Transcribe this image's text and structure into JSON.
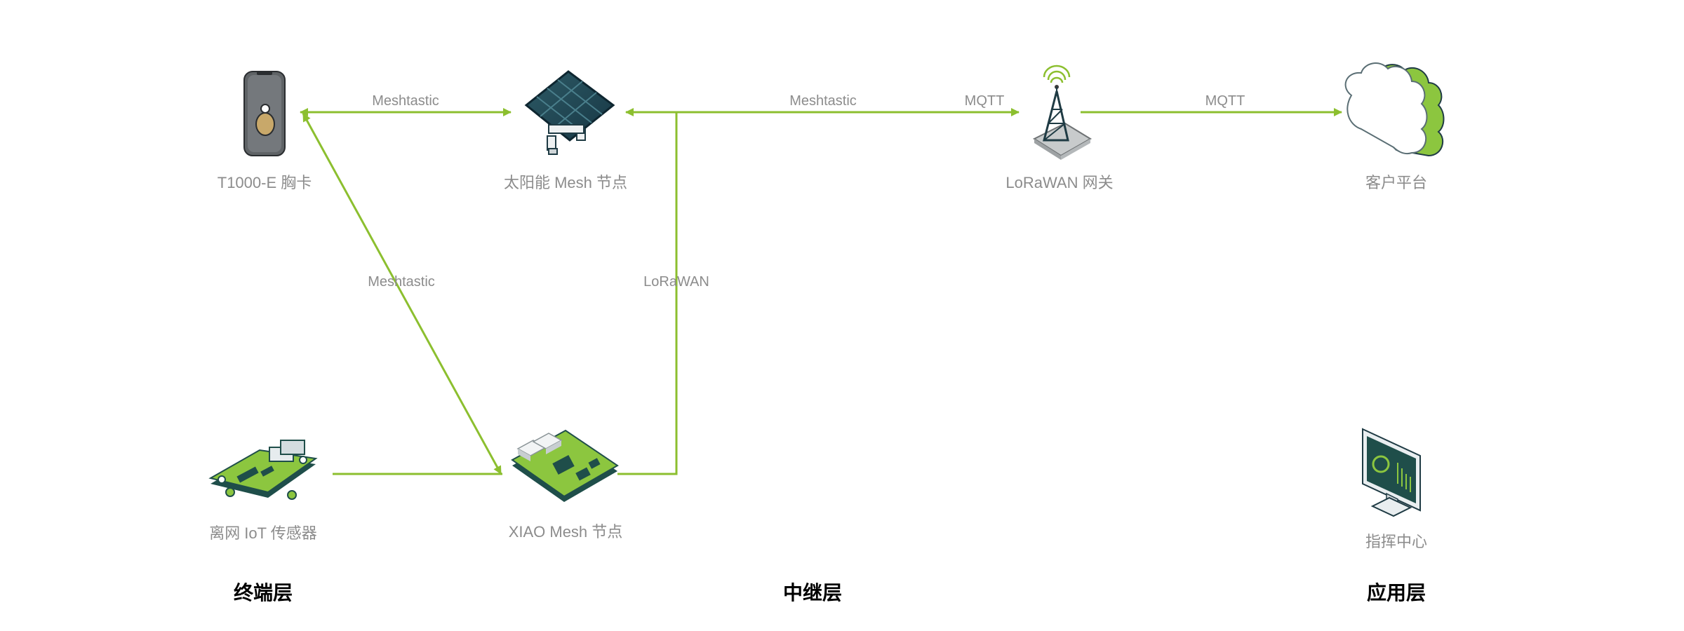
{
  "colors": {
    "accent": "#8cbf2f",
    "label": "#8c8c8c",
    "layer_label": "#000000",
    "pcb_green": "#8cc63f",
    "pcb_dark": "#1f4e4a"
  },
  "nodes": {
    "badge": {
      "label": "T1000-E 胸卡",
      "icon": "badge-device-icon"
    },
    "solar": {
      "label": "太阳能 Mesh 节点",
      "icon": "solar-panel-icon"
    },
    "gateway": {
      "label": "LoRaWAN 网关",
      "icon": "gateway-tower-icon"
    },
    "cloud": {
      "label": "客户平台",
      "icon": "cloud-icon"
    },
    "sensor": {
      "label": "离网 IoT 传感器",
      "icon": "sensor-board-icon"
    },
    "xiao": {
      "label": "XIAO Mesh 节点",
      "icon": "xiao-board-icon"
    },
    "monitor": {
      "label": "指挥中心",
      "icon": "monitor-icon"
    }
  },
  "edges": {
    "badge_solar": "Meshtastic",
    "solar_gateway": "Meshtastic",
    "gateway_mqtt_in": "MQTT",
    "gateway_cloud": "MQTT",
    "badge_xiao": "Meshtastic",
    "xiao_gateway": "LoRaWAN"
  },
  "layers": {
    "terminal": "终端层",
    "relay": "中继层",
    "application": "应用层"
  }
}
